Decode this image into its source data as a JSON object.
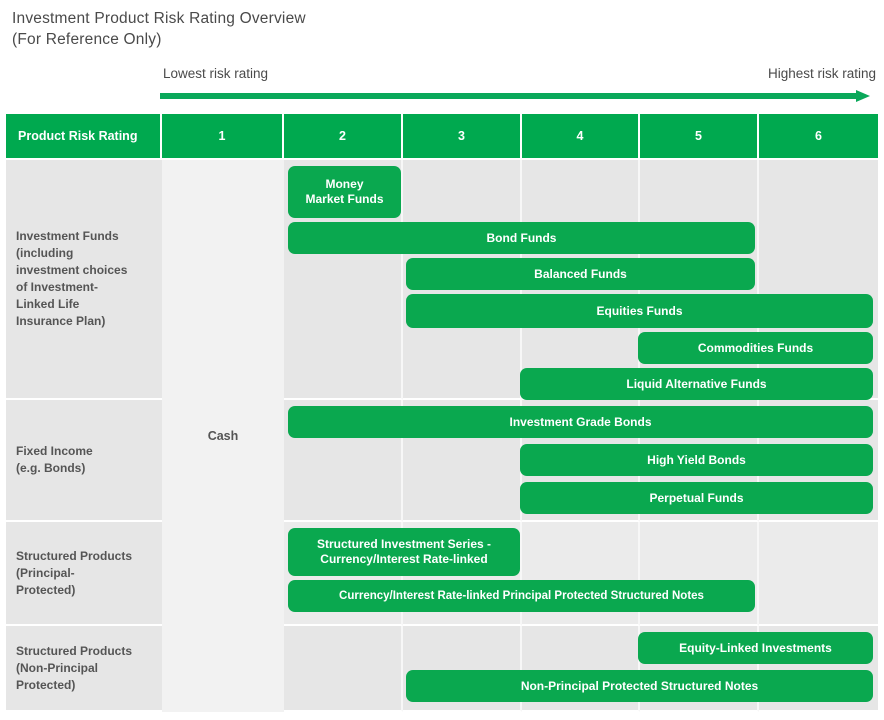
{
  "title": "Investment Product Risk Rating Overview\n(For Reference Only)",
  "axis": {
    "lowest_label": "Lowest risk rating",
    "highest_label": "Highest risk rating",
    "arrow_icon": "right-arrow-icon"
  },
  "colors": {
    "brand_green": "#00A94F",
    "bar_green": "#0AA84F",
    "label_cell_bg": "#E6E6E6",
    "col1_bg": "#F2F2F2",
    "text_gray": "#4D4D4D"
  },
  "header": {
    "row_label": "Product Risk Rating",
    "ratings": [
      "1",
      "2",
      "3",
      "4",
      "5",
      "6"
    ]
  },
  "cash": {
    "label": "Cash",
    "rating_column": "1"
  },
  "rows": [
    {
      "label": "Investment Funds (including investment choices of Investment-Linked Life Insurance Plan)",
      "label_display": "Investment Funds\n(including\ninvestment choices\nof Investment-\nLinked Life\nInsurance Plan)"
    },
    {
      "label": "Fixed Income (e.g. Bonds)",
      "label_display": "Fixed Income\n(e.g. Bonds)"
    },
    {
      "label": "Structured Products (Principal-Protected)",
      "label_display": "Structured Products\n(Principal-\nProtected)"
    },
    {
      "label": "Structured Products (Non-Principal Protected)",
      "label_display": "Structured Products\n(Non-Principal\nProtected)"
    }
  ],
  "chart_data": {
    "type": "bar",
    "title": "Investment Product Risk Rating Overview (For Reference Only)",
    "xlabel": "Product Risk Rating",
    "ylabel": "",
    "categories": [
      "1",
      "2",
      "3",
      "4",
      "5",
      "6"
    ],
    "xlim": [
      1,
      6
    ],
    "grid": true,
    "legend": "none",
    "annotations": [
      "Lowest risk rating",
      "Highest risk rating"
    ],
    "groups": [
      {
        "group": "Investment Funds (including investment choices of Investment-Linked Life Insurance Plan)",
        "bars": [
          {
            "name": "Money Market Funds",
            "display": "Money\nMarket Funds",
            "start_rating": 2,
            "end_rating": 2
          },
          {
            "name": "Bond Funds",
            "display": "Bond Funds",
            "start_rating": 2,
            "end_rating": 5
          },
          {
            "name": "Balanced Funds",
            "display": "Balanced Funds",
            "start_rating": 3,
            "end_rating": 5
          },
          {
            "name": "Equities Funds",
            "display": "Equities Funds",
            "start_rating": 3,
            "end_rating": 6
          },
          {
            "name": "Commodities Funds",
            "display": "Commodities  Funds",
            "start_rating": 5,
            "end_rating": 6
          },
          {
            "name": "Liquid Alternative Funds",
            "display": "Liquid Alternative Funds",
            "start_rating": 4,
            "end_rating": 6
          }
        ]
      },
      {
        "group": "Fixed Income (e.g. Bonds)",
        "bars": [
          {
            "name": "Investment Grade Bonds",
            "display": "Investment Grade Bonds",
            "start_rating": 2,
            "end_rating": 6
          },
          {
            "name": "High Yield Bonds",
            "display": "High Yield Bonds",
            "start_rating": 4,
            "end_rating": 6
          },
          {
            "name": "Perpetual Funds",
            "display": "Perpetual Funds",
            "start_rating": 4,
            "end_rating": 6
          }
        ]
      },
      {
        "group": "Structured Products (Principal-Protected)",
        "bars": [
          {
            "name": "Structured Investment Series - Currency/Interest Rate-linked",
            "display": "Structured Investment Series -\nCurrency/Interest Rate-linked",
            "start_rating": 2,
            "end_rating": 3
          },
          {
            "name": "Currency/Interest Rate-linked Principal Protected Structured Notes",
            "display": "Currency/Interest Rate-linked Principal Protected Structured Notes",
            "start_rating": 2,
            "end_rating": 5
          }
        ]
      },
      {
        "group": "Structured Products (Non-Principal Protected)",
        "bars": [
          {
            "name": "Equity-Linked Investments",
            "display": "Equity-Linked Investments",
            "start_rating": 5,
            "end_rating": 6
          },
          {
            "name": "Non-Principal Protected Structured Notes",
            "display": "Non-Principal Protected Structured Notes",
            "start_rating": 3,
            "end_rating": 6
          }
        ]
      }
    ]
  }
}
